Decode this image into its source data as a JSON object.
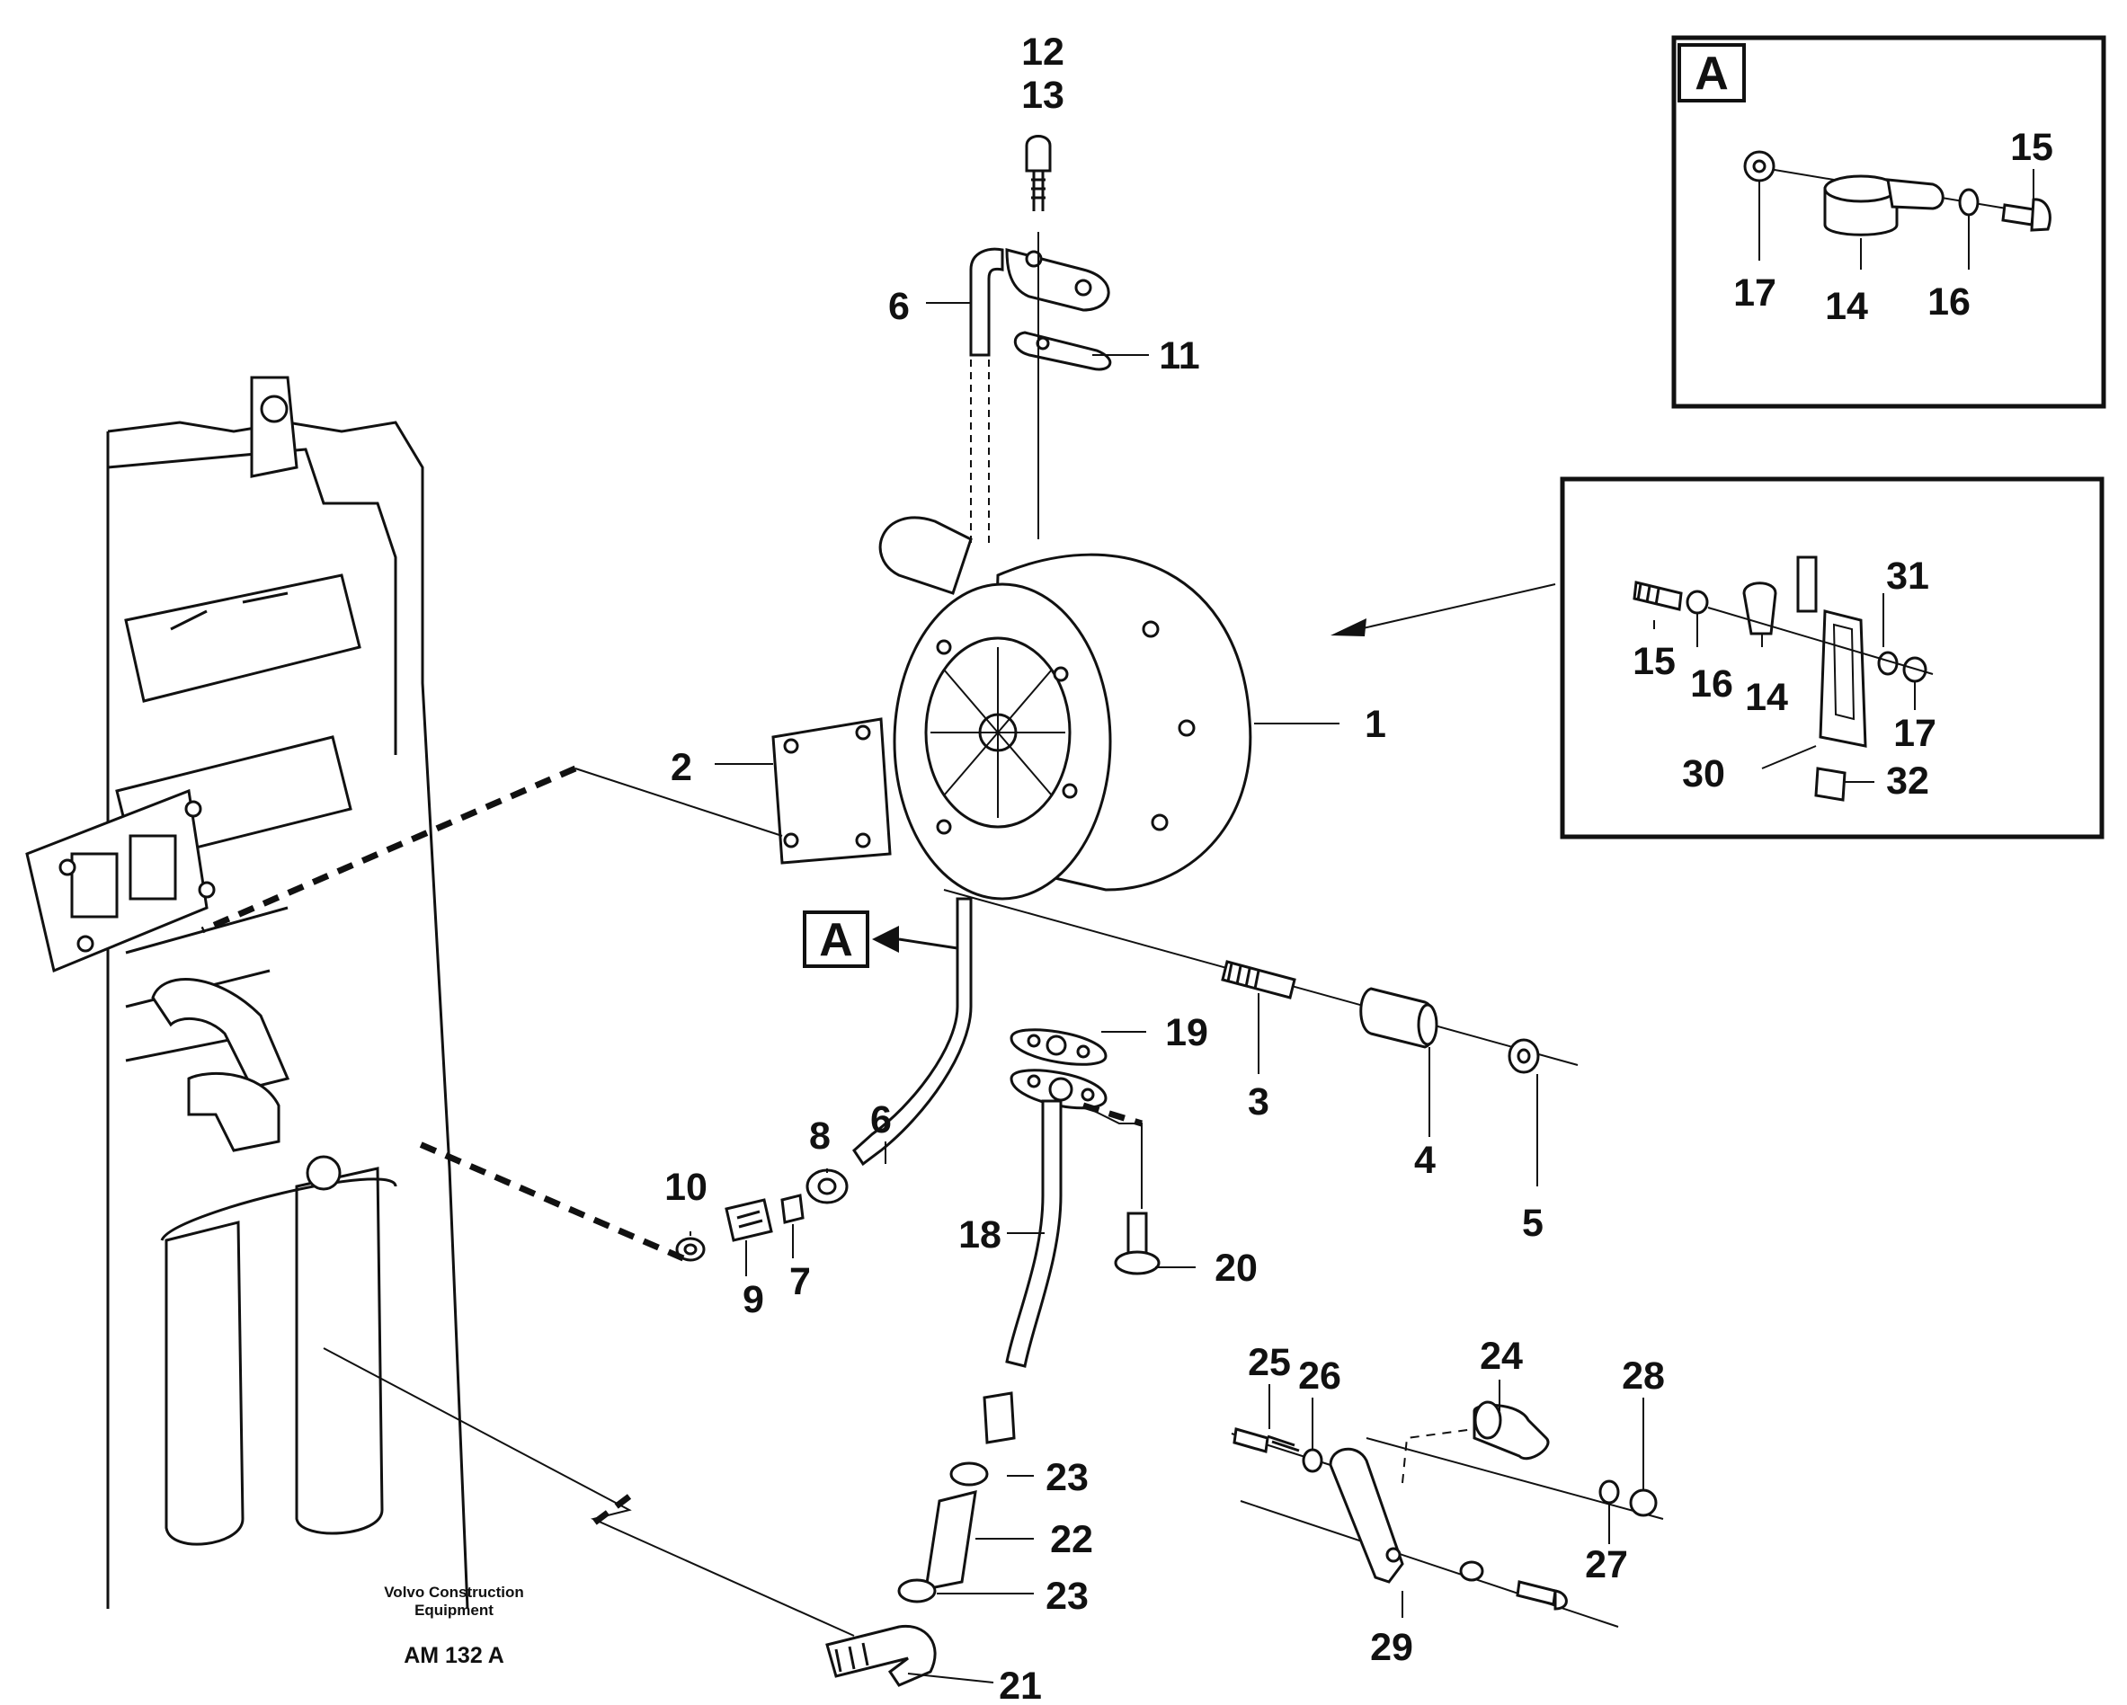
{
  "callouts": {
    "c1": "1",
    "c2": "2",
    "c3": "3",
    "c4": "4",
    "c5": "5",
    "c6a": "6",
    "c6b": "6",
    "c7": "7",
    "c8": "8",
    "c9": "9",
    "c10": "10",
    "c11": "11",
    "c12": "12",
    "c13": "13",
    "c14a": "14",
    "c14b": "14",
    "c15a": "15",
    "c15b": "15",
    "c16a": "16",
    "c16b": "16",
    "c17a": "17",
    "c17b": "17",
    "c18": "18",
    "c19": "19",
    "c20": "20",
    "c21": "21",
    "c22": "22",
    "c23a": "23",
    "c23b": "23",
    "c24": "24",
    "c25": "25",
    "c26": "26",
    "c27": "27",
    "c28": "28",
    "c29": "29",
    "c30": "30",
    "c31": "31",
    "c32": "32"
  },
  "view_marker": {
    "inset_label": "A",
    "pointer_label": "A"
  },
  "footer": {
    "company_line1": "Volvo Construction",
    "company_line2": "Equipment",
    "drawing_code": "AM 132 A"
  }
}
